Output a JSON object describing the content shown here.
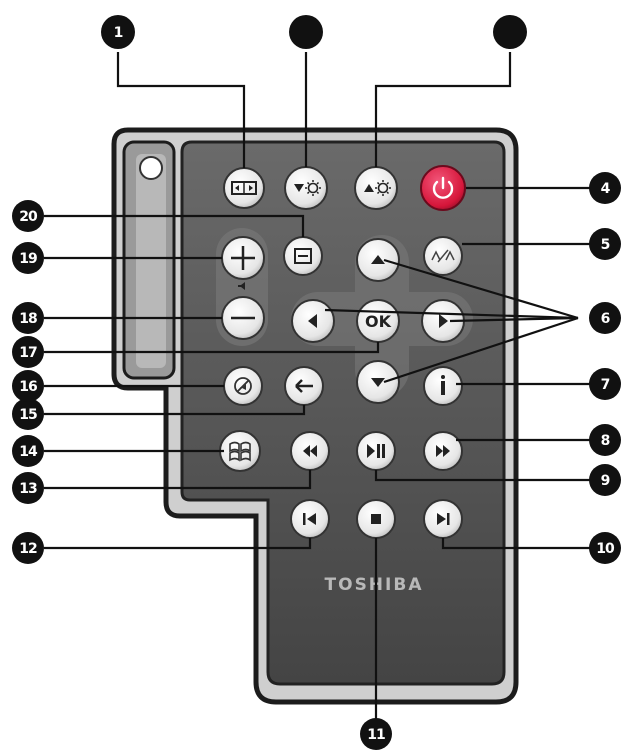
{
  "brand": {
    "text": "TOSHIBA"
  },
  "remote": {
    "buttons": {
      "ok": {
        "label": "OK"
      }
    }
  },
  "callouts": [
    {
      "id": "c1",
      "label": "1"
    },
    {
      "id": "c2",
      "label": ""
    },
    {
      "id": "c3",
      "label": ""
    },
    {
      "id": "c4",
      "label": "4"
    },
    {
      "id": "c5",
      "label": "5"
    },
    {
      "id": "c6",
      "label": "6"
    },
    {
      "id": "c7",
      "label": "7"
    },
    {
      "id": "c8",
      "label": "8"
    },
    {
      "id": "c9",
      "label": "9"
    },
    {
      "id": "c10",
      "label": "10"
    },
    {
      "id": "c11",
      "label": "11"
    },
    {
      "id": "c12",
      "label": "12"
    },
    {
      "id": "c13",
      "label": "13"
    },
    {
      "id": "c14",
      "label": "14"
    },
    {
      "id": "c15",
      "label": "15"
    },
    {
      "id": "c16",
      "label": "16"
    },
    {
      "id": "c17",
      "label": "17"
    },
    {
      "id": "c18",
      "label": "18"
    },
    {
      "id": "c19",
      "label": "19"
    },
    {
      "id": "c20",
      "label": "20"
    }
  ],
  "colors": {
    "power": "#d6163a",
    "body": "#d2d2d2",
    "body_outline": "#1c1c1c",
    "face": "#5a5a5a",
    "button_fill": "#eeeeee",
    "callout": "#111111"
  },
  "icons": {
    "aspect": "aspect-ratio-icon",
    "brightness_down": "brightness-down-icon",
    "brightness_up": "brightness-up-icon",
    "power": "power-icon",
    "mode": "mode-toggle-icon",
    "menu": "menu-icon",
    "volume_up": "plus-icon",
    "volume_down": "minus-icon",
    "up": "arrow-up-icon",
    "down": "arrow-down-icon",
    "left": "arrow-left-icon",
    "right": "arrow-right-icon",
    "mute": "mute-icon",
    "back": "back-arrow-icon",
    "info": "info-icon",
    "windows": "windows-logo-icon",
    "rewind": "rewind-icon",
    "play_pause": "play-pause-icon",
    "fast_forward": "fast-forward-icon",
    "prev": "skip-previous-icon",
    "stop": "stop-icon",
    "next": "skip-next-icon"
  }
}
